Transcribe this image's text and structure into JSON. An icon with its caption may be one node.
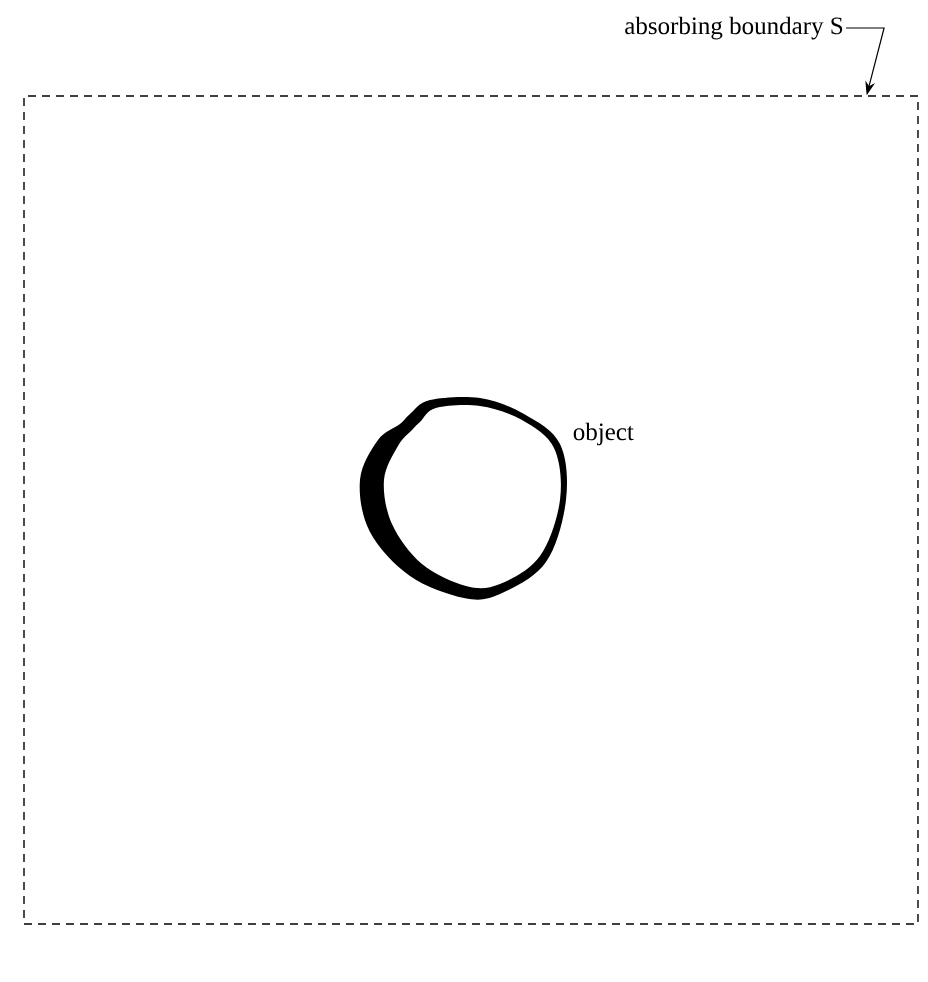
{
  "diagram": {
    "nodes": [
      {
        "text": [],
        "shape": "box"
      },
      {
        "text": [
          "absorbing boundary S"
        ]
      },
      {
        "text": [],
        "shape": "picture",
        "in": 0,
        "beside": [
          "object"
        ]
      }
    ],
    "edges": [
      {
        "from": 1,
        "to": 0,
        "arrow": "to"
      }
    ]
  }
}
